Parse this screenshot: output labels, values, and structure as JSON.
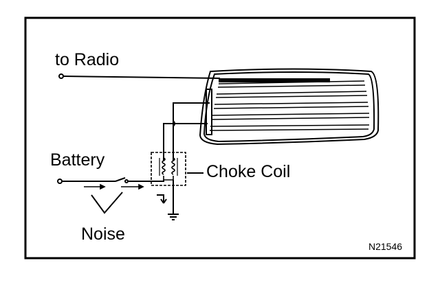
{
  "labels": {
    "to_radio": "to Radio",
    "battery": "Battery",
    "choke_coil": "Choke Coil",
    "noise": "Noise",
    "figure_code": "N21546"
  },
  "colors": {
    "ink": "#000000",
    "background": "#ffffff"
  }
}
